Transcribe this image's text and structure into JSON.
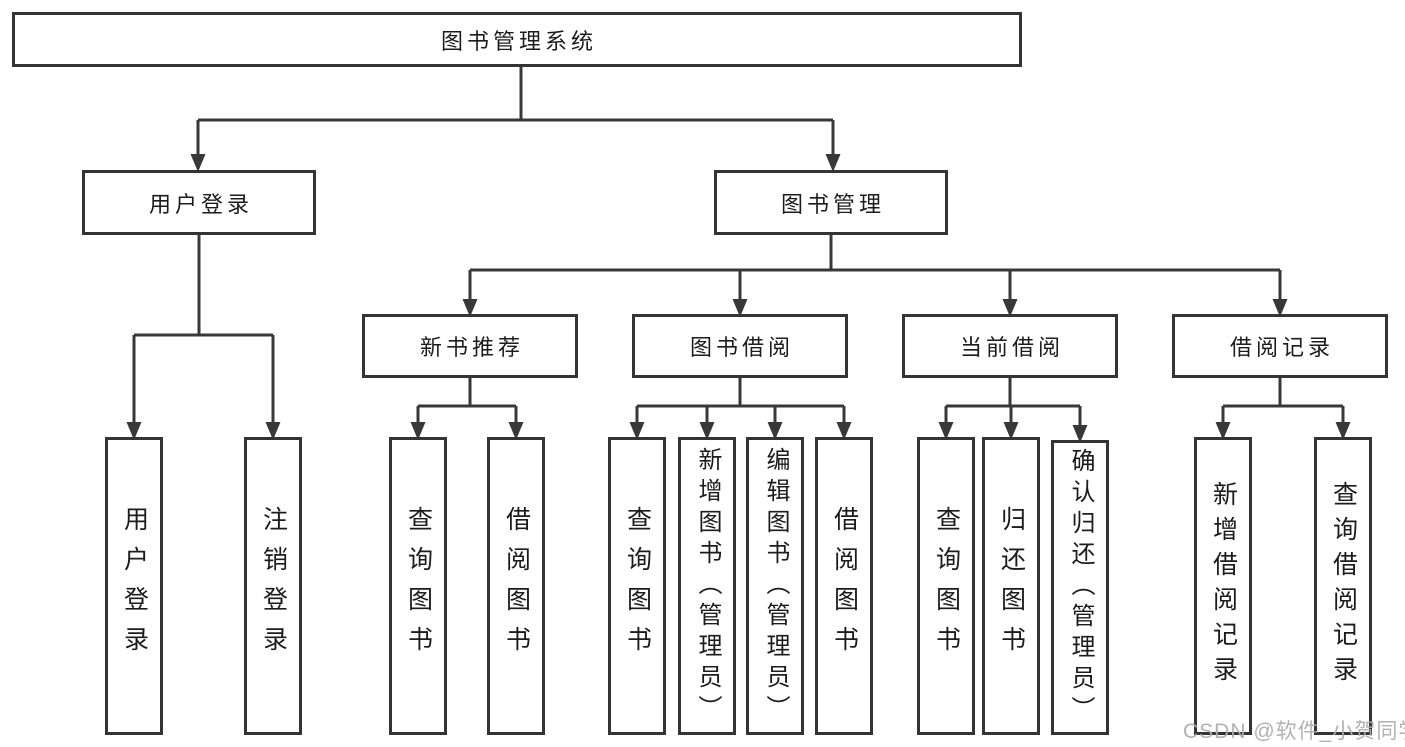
{
  "diagram": {
    "root": {
      "label": "图书管理系统"
    },
    "children": [
      {
        "label": "用户登录",
        "children": [
          {
            "label": "用户登录"
          },
          {
            "label": "注销登录"
          }
        ]
      },
      {
        "label": "图书管理",
        "children": [
          {
            "label": "新书推荐",
            "children": [
              {
                "label": "查询图书"
              },
              {
                "label": "借阅图书"
              }
            ]
          },
          {
            "label": "图书借阅",
            "children": [
              {
                "label": "查询图书"
              },
              {
                "label": "新增图书（管理员）"
              },
              {
                "label": "编辑图书（管理员）"
              },
              {
                "label": "借阅图书"
              }
            ]
          },
          {
            "label": "当前借阅",
            "children": [
              {
                "label": "查询图书"
              },
              {
                "label": "归还图书"
              },
              {
                "label": "确认归还（管理员）"
              }
            ]
          },
          {
            "label": "借阅记录",
            "children": [
              {
                "label": "新增借阅记录"
              },
              {
                "label": "查询借阅记录"
              }
            ]
          }
        ]
      }
    ]
  },
  "watermark": "CSDN @软件_小贺同学",
  "colors": {
    "line": "#383838",
    "border": "#343434",
    "text": "#1c1c1c",
    "watermark": "#aeaeae",
    "background": "#ffffff"
  }
}
